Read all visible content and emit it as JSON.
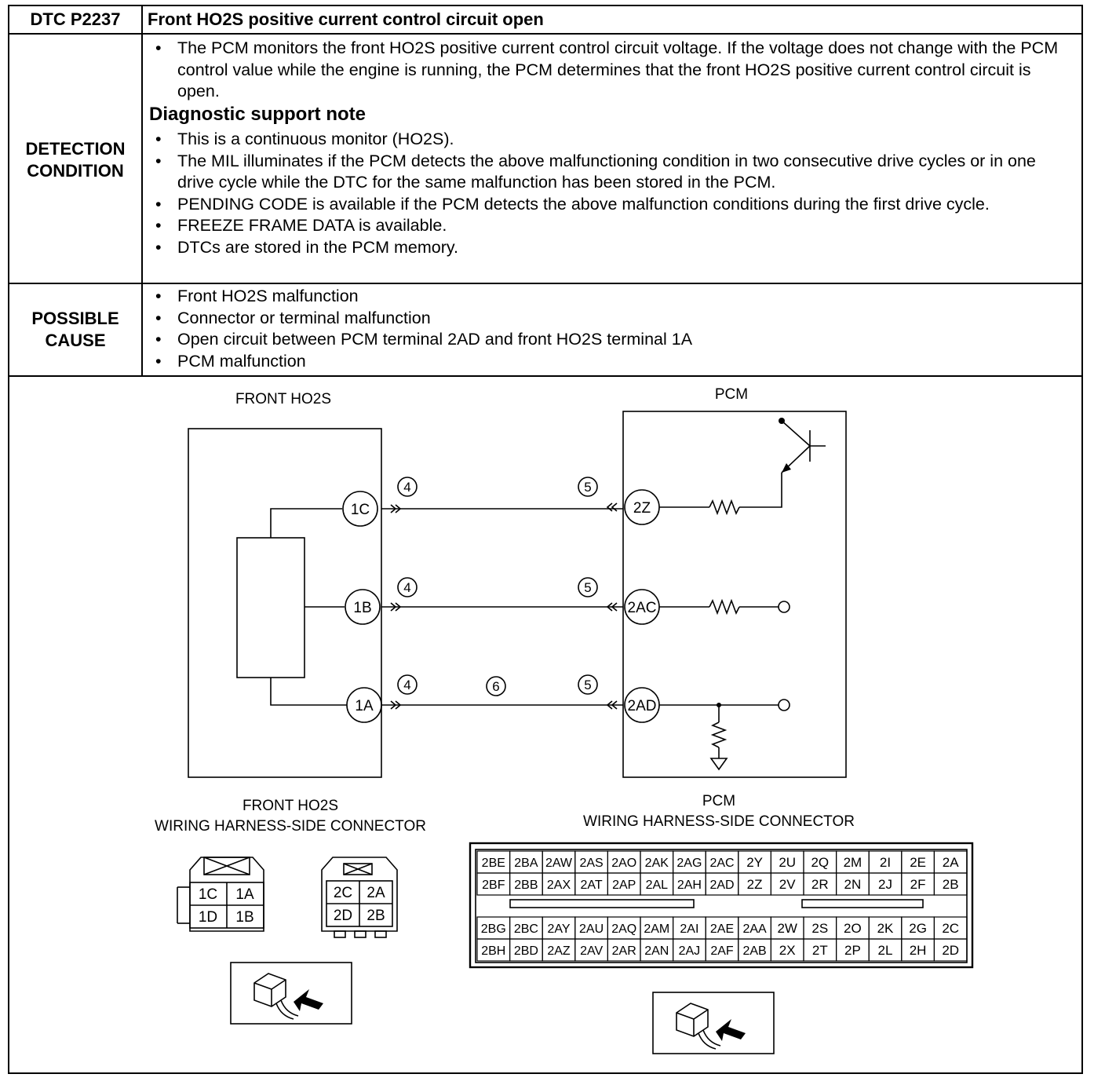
{
  "header": {
    "code": "DTC P2237",
    "title": "Front HO2S positive current control circuit open"
  },
  "detection": {
    "label_line1": "DETECTION",
    "label_line2": "CONDITION",
    "items": [
      "The PCM monitors the front HO2S positive current control circuit voltage. If the voltage does not change with the PCM control value while the engine is running, the PCM determines that the front HO2S positive current control circuit is open."
    ],
    "support_title": "Diagnostic support note",
    "support_items": [
      "This is a continuous monitor (HO2S).",
      "The MIL illuminates if the PCM detects the above malfunctioning condition in two consecutive drive cycles or in one drive cycle while the DTC for the same malfunction has been stored in the PCM.",
      "PENDING CODE is available if the PCM detects the above malfunction conditions during the first drive cycle.",
      "FREEZE FRAME DATA is available.",
      "DTCs are stored in the PCM memory."
    ]
  },
  "possible_cause": {
    "label_line1": "POSSIBLE",
    "label_line2": "CAUSE",
    "items": [
      "Front HO2S malfunction",
      "Connector or terminal malfunction",
      "Open circuit between PCM terminal 2AD and front HO2S terminal 1A",
      "PCM malfunction"
    ]
  },
  "diagram": {
    "ho2s_title": "FRONT HO2S",
    "pcm_title": "PCM",
    "ho2s_terminals": [
      "1C",
      "1B",
      "1A"
    ],
    "pcm_terminals": [
      "2Z",
      "2AC",
      "2AD"
    ],
    "wire_marks": {
      "ho2s_side": "4",
      "pcm_side": "5",
      "open_point": "6"
    },
    "ho2s_connector_title_line1": "FRONT HO2S",
    "ho2s_connector_title_line2": "WIRING HARNESS-SIDE CONNECTOR",
    "ho2s_connector_a": [
      [
        "1C",
        "1A"
      ],
      [
        "1D",
        "1B"
      ]
    ],
    "ho2s_connector_b": [
      [
        "2C",
        "2A"
      ],
      [
        "2D",
        "2B"
      ]
    ],
    "pcm_connector_title_line1": "PCM",
    "pcm_connector_title_line2": "WIRING HARNESS-SIDE CONNECTOR",
    "pcm_connector_upper": [
      [
        "2BE",
        "2BA",
        "2AW",
        "2AS",
        "2AO",
        "2AK",
        "2AG",
        "2AC",
        "2Y",
        "2U",
        "2Q",
        "2M",
        "2I",
        "2E",
        "2A"
      ],
      [
        "2BF",
        "2BB",
        "2AX",
        "2AT",
        "2AP",
        "2AL",
        "2AH",
        "2AD",
        "2Z",
        "2V",
        "2R",
        "2N",
        "2J",
        "2F",
        "2B"
      ]
    ],
    "pcm_connector_lower": [
      [
        "2BG",
        "2BC",
        "2AY",
        "2AU",
        "2AQ",
        "2AM",
        "2AI",
        "2AE",
        "2AA",
        "2W",
        "2S",
        "2O",
        "2K",
        "2G",
        "2C"
      ],
      [
        "2BH",
        "2BD",
        "2AZ",
        "2AV",
        "2AR",
        "2AN",
        "2AJ",
        "2AF",
        "2AB",
        "2X",
        "2T",
        "2P",
        "2L",
        "2H",
        "2D"
      ]
    ]
  }
}
